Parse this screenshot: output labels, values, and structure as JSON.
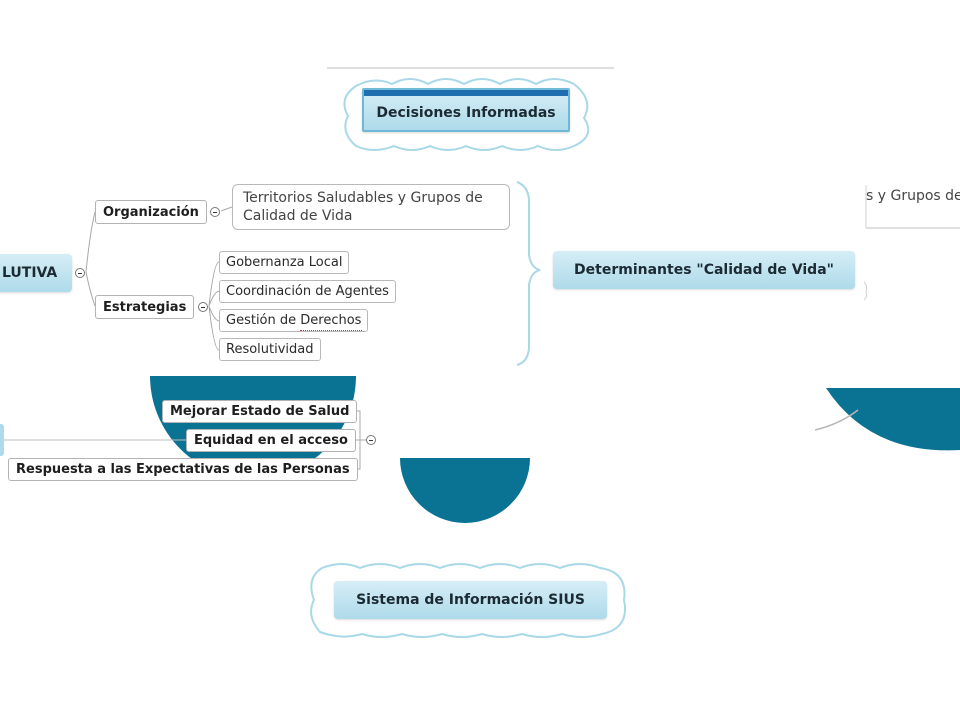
{
  "top_node": {
    "label": "Decisiones Informadas"
  },
  "left_root": {
    "label": "LUTIVA"
  },
  "branches": {
    "organizacion": {
      "label": "Organización"
    },
    "estrategias": {
      "label": "Estrategias"
    }
  },
  "leaves": {
    "territorios": {
      "line1": "Territorios Saludables y Grupos de",
      "line2": "Calidad de Vida"
    },
    "gobernanza": "Gobernanza Local",
    "coordinacion": "Coordinación de Agentes",
    "gestion": "Gestión de Derechos",
    "resolutividad": "Resolutividad"
  },
  "determinantes": {
    "label": "Determinantes \"Calidad de Vida\""
  },
  "right_fragment": {
    "text": "s y Grupos de"
  },
  "objectives": {
    "mejorar": "Mejorar Estado de Salud",
    "equidad": "Equidad en el acceso",
    "respuesta": "Respuesta a las Expectativas de las Personas"
  },
  "bottom_node": {
    "label": "Sistema de Información SIUS"
  },
  "colors": {
    "teal": "#0a7394",
    "node_light": "#d6eef6",
    "node_dark": "#aedaea",
    "cloud_stroke": "#a9d8e8"
  }
}
